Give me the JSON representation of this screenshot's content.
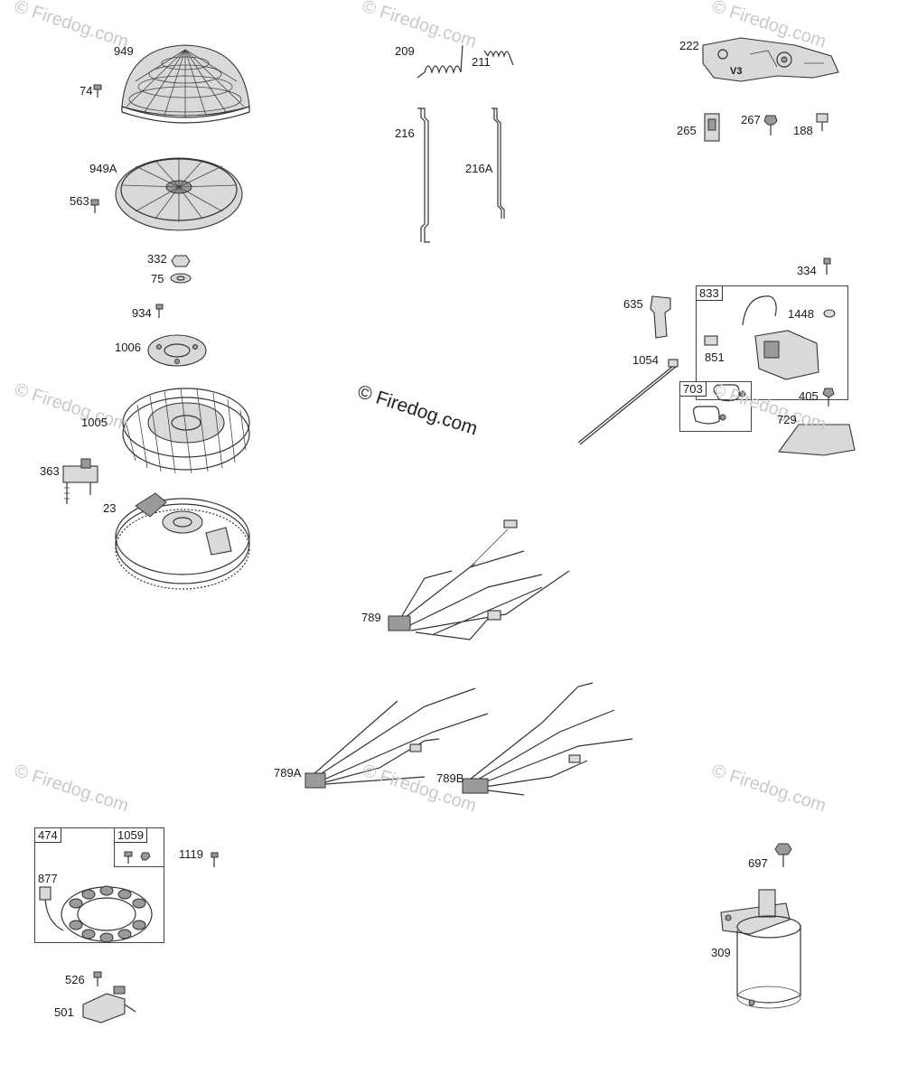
{
  "watermark": {
    "corner": "© Firedog.com",
    "center": "© Firedog.com"
  },
  "callouts": [
    {
      "id": "c949",
      "text": "949"
    },
    {
      "id": "c74",
      "text": "74"
    },
    {
      "id": "c949a",
      "text": "949A"
    },
    {
      "id": "c563",
      "text": "563"
    },
    {
      "id": "c332",
      "text": "332"
    },
    {
      "id": "c75",
      "text": "75"
    },
    {
      "id": "c934",
      "text": "934"
    },
    {
      "id": "c1006",
      "text": "1006"
    },
    {
      "id": "c1005",
      "text": "1005"
    },
    {
      "id": "c363",
      "text": "363"
    },
    {
      "id": "c23",
      "text": "23"
    },
    {
      "id": "c209",
      "text": "209"
    },
    {
      "id": "c211",
      "text": "211"
    },
    {
      "id": "c216",
      "text": "216"
    },
    {
      "id": "c216a",
      "text": "216A"
    },
    {
      "id": "c222",
      "text": "222"
    },
    {
      "id": "cv3",
      "text": "V3"
    },
    {
      "id": "c265",
      "text": "265"
    },
    {
      "id": "c267",
      "text": "267"
    },
    {
      "id": "c188",
      "text": "188"
    },
    {
      "id": "c334",
      "text": "334"
    },
    {
      "id": "c635",
      "text": "635"
    },
    {
      "id": "c1448",
      "text": "1448"
    },
    {
      "id": "c851",
      "text": "851"
    },
    {
      "id": "c1054",
      "text": "1054"
    },
    {
      "id": "c405",
      "text": "405"
    },
    {
      "id": "c729",
      "text": "729"
    },
    {
      "id": "c789",
      "text": "789"
    },
    {
      "id": "c789a",
      "text": "789A"
    },
    {
      "id": "c789b",
      "text": "789B"
    },
    {
      "id": "c877",
      "text": "877"
    },
    {
      "id": "c1119",
      "text": "1119"
    },
    {
      "id": "c526",
      "text": "526"
    },
    {
      "id": "c501",
      "text": "501"
    },
    {
      "id": "c697",
      "text": "697"
    },
    {
      "id": "c309",
      "text": "309"
    }
  ],
  "boxed": [
    {
      "id": "b833",
      "text": "833"
    },
    {
      "id": "b703",
      "text": "703"
    },
    {
      "id": "b474",
      "text": "474"
    },
    {
      "id": "b1059",
      "text": "1059"
    }
  ]
}
